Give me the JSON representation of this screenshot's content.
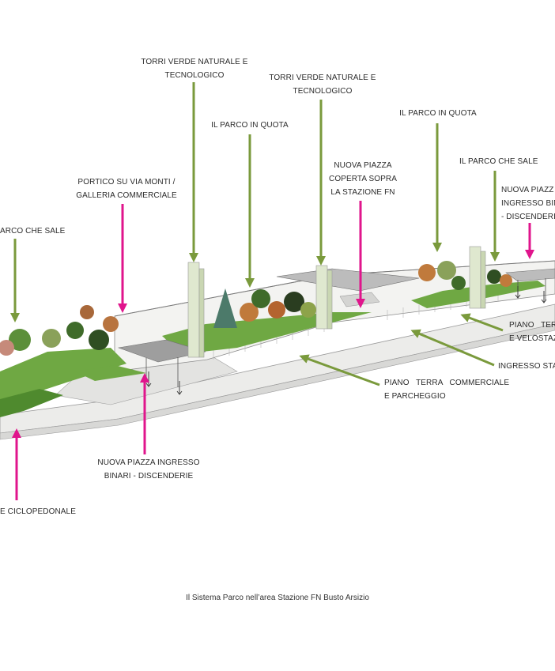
{
  "colors": {
    "green_arrow": "#7a9a3c",
    "magenta_arrow": "#e0158c",
    "grass": "#6fa843",
    "grass_dark": "#4f8a2e",
    "structure": "#f3f3f1",
    "structure_line": "#8c8c8c",
    "canopy": "#9e9e9e",
    "tower": "#dfe8cf"
  },
  "labels": {
    "torri_1": "TORRI VERDE NATURALE E\nTECNOLOGICO",
    "torri_2": "TORRI VERDE NATURALE E\nTECNOLOGICO",
    "parco_quota_1": "IL PARCO IN QUOTA",
    "parco_quota_2": "IL PARCO IN QUOTA",
    "parco_sale_left": "ARCO CHE SALE",
    "parco_sale_right": "IL PARCO CHE SALE",
    "portico": "PORTICO SU VIA MONTI /\nGALLERIA COMMERCIALE",
    "nuova_piazza_coperta": "NUOVA PIAZZA\nCOPERTA SOPRA\nLA STAZIONE FN",
    "nuova_piazza_right": "NUOVA PIAZZ\nINGRESSO BINA\n- DISCENDERI",
    "piano_terra_velostazione": "PIANO   TERR\nE VELOSTAZIO",
    "ingresso_stazione": "INGRESSO STAZ",
    "piano_terra_commerciale": "PIANO   TERRA   COMMERCIALE\nE PARCHEGGIO",
    "nuova_piazza_ingresso": "NUOVA PIAZZA INGRESSO\nBINARI - DISCENDERIE",
    "ciclopedonale": "E CICLOPEDONALE"
  },
  "caption": "Il Sistema Parco nell’area Stazione FN Busto Arsizio"
}
